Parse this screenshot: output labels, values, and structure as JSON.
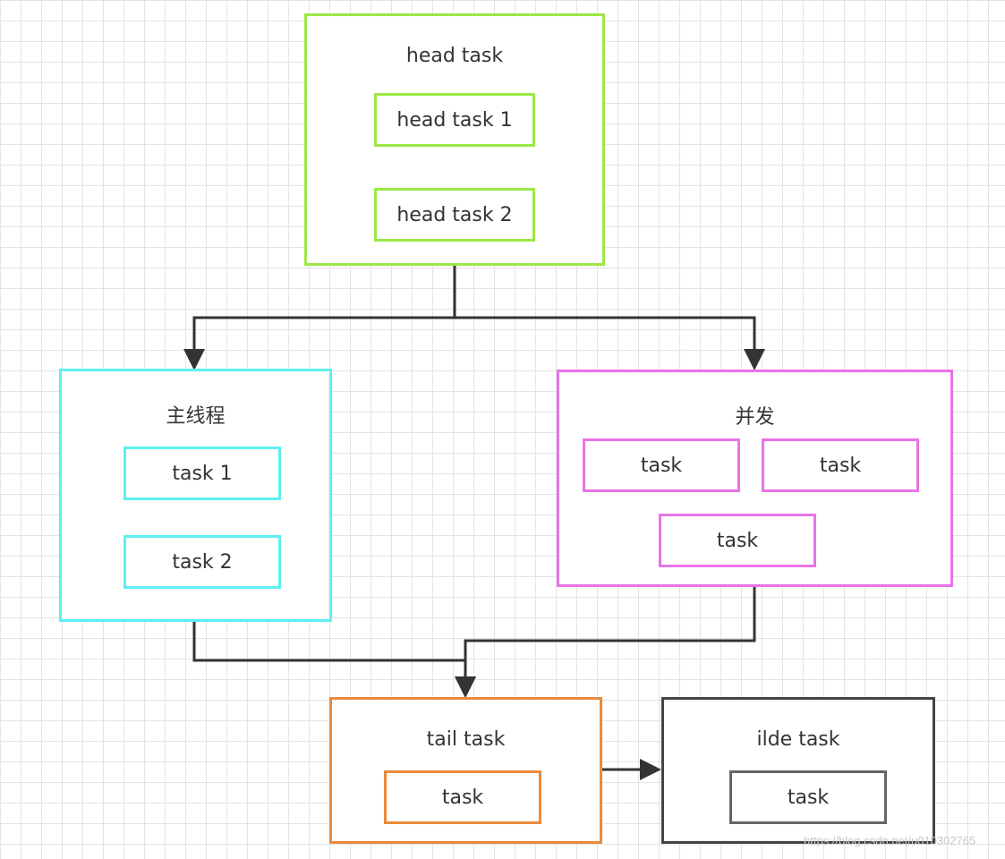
{
  "colors": {
    "head": "#9be846",
    "main": "#5ef0f0",
    "concurrent": "#e873e8",
    "tail": "#ea8a3a",
    "idle": "#444444",
    "idle_inner": "#666666",
    "connector": "#333333"
  },
  "head_group": {
    "title": "head task",
    "tasks": [
      "head task 1",
      "head task 2"
    ]
  },
  "main_group": {
    "title": "主线程",
    "tasks": [
      "task 1",
      "task 2"
    ]
  },
  "concurrent_group": {
    "title": "并发",
    "tasks": [
      "task",
      "task",
      "task"
    ]
  },
  "tail_group": {
    "title": "tail task",
    "tasks": [
      "task"
    ]
  },
  "idle_group": {
    "title": "ilde task",
    "tasks": [
      "task"
    ]
  },
  "watermark": "https://blog.csdn.net/u010302765"
}
